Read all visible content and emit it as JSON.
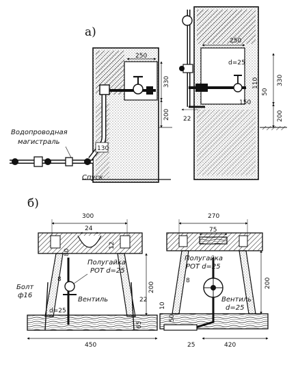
{
  "panel_a": {
    "letter": "а)",
    "labels": {
      "main_line_1": "Водопроводная",
      "main_line_2": "магистраль",
      "drain": "Спуск"
    },
    "dims": {
      "left_250": "250",
      "left_330": "330",
      "left_200": "200",
      "left_130": "130",
      "right_250": "250",
      "right_d25": "d=25",
      "right_110": "110",
      "right_50": "50",
      "right_330": "330",
      "right_150": "150",
      "right_200": "200",
      "right_22": "22"
    }
  },
  "panel_b": {
    "letter": "б)",
    "labels": {
      "half_nut_left_1": "Полугайка",
      "half_nut_left_2": "РОТ d=25",
      "valve_left": "Вентиль",
      "bolt_1": "Болт",
      "bolt_2": "ф16",
      "half_nut_right_1": "Полугайка",
      "half_nut_right_2": "РОТ d=25",
      "valve_right_1": "Вентиль",
      "valve_right_2": "d=25"
    },
    "dims": {
      "left_300": "300",
      "left_24": "24",
      "left_12": "12",
      "left_8": "8",
      "left_80": "80",
      "left_200": "200",
      "left_d25": "d=25",
      "left_22": "22",
      "left_65": "65",
      "left_450": "450",
      "right_270": "270",
      "right_75": "75",
      "right_8": "8",
      "right_200": "200",
      "right_10": "10",
      "right_50": "50",
      "right_25": "25",
      "right_420": "420"
    }
  }
}
